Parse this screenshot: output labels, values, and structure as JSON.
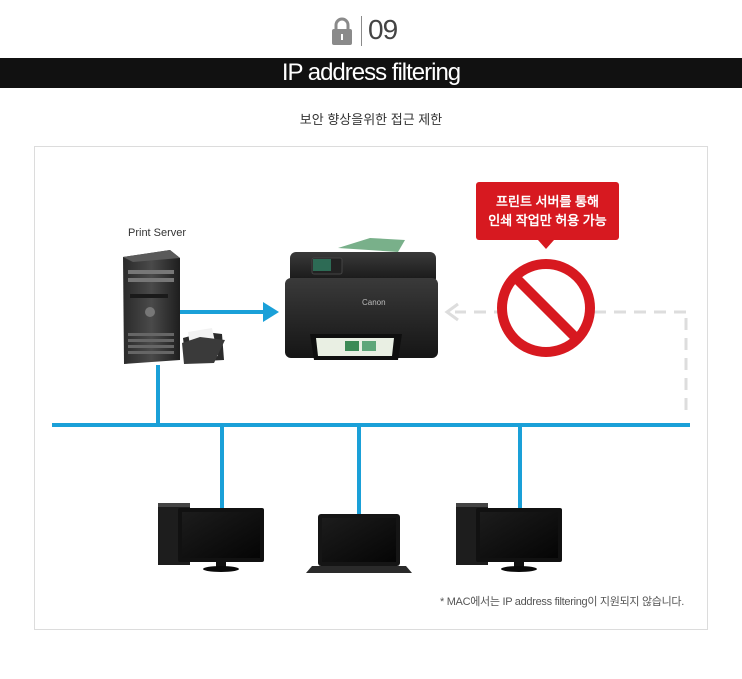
{
  "header": {
    "number": "09",
    "title": "IP address filtering",
    "subtitle": "보안 향상을위한 접근 제한"
  },
  "diagram": {
    "server_label": "Print Server",
    "printer_brand": "Canon",
    "callout_line1": "프린트 서버를 통해",
    "callout_line2": "인쇄 작업만 허용 가능",
    "footnote": "* MAC에서는 IP address filtering이 지원되지 않습니다."
  },
  "colors": {
    "network": "#1aa0d8",
    "forbidden": "#d71920",
    "bar": "#111111",
    "dashed": "#dddddd"
  },
  "icons": [
    "lock-icon",
    "server-icon",
    "folder-icon",
    "printer-icon",
    "prohibited-icon",
    "monitor-icon",
    "laptop-icon"
  ]
}
